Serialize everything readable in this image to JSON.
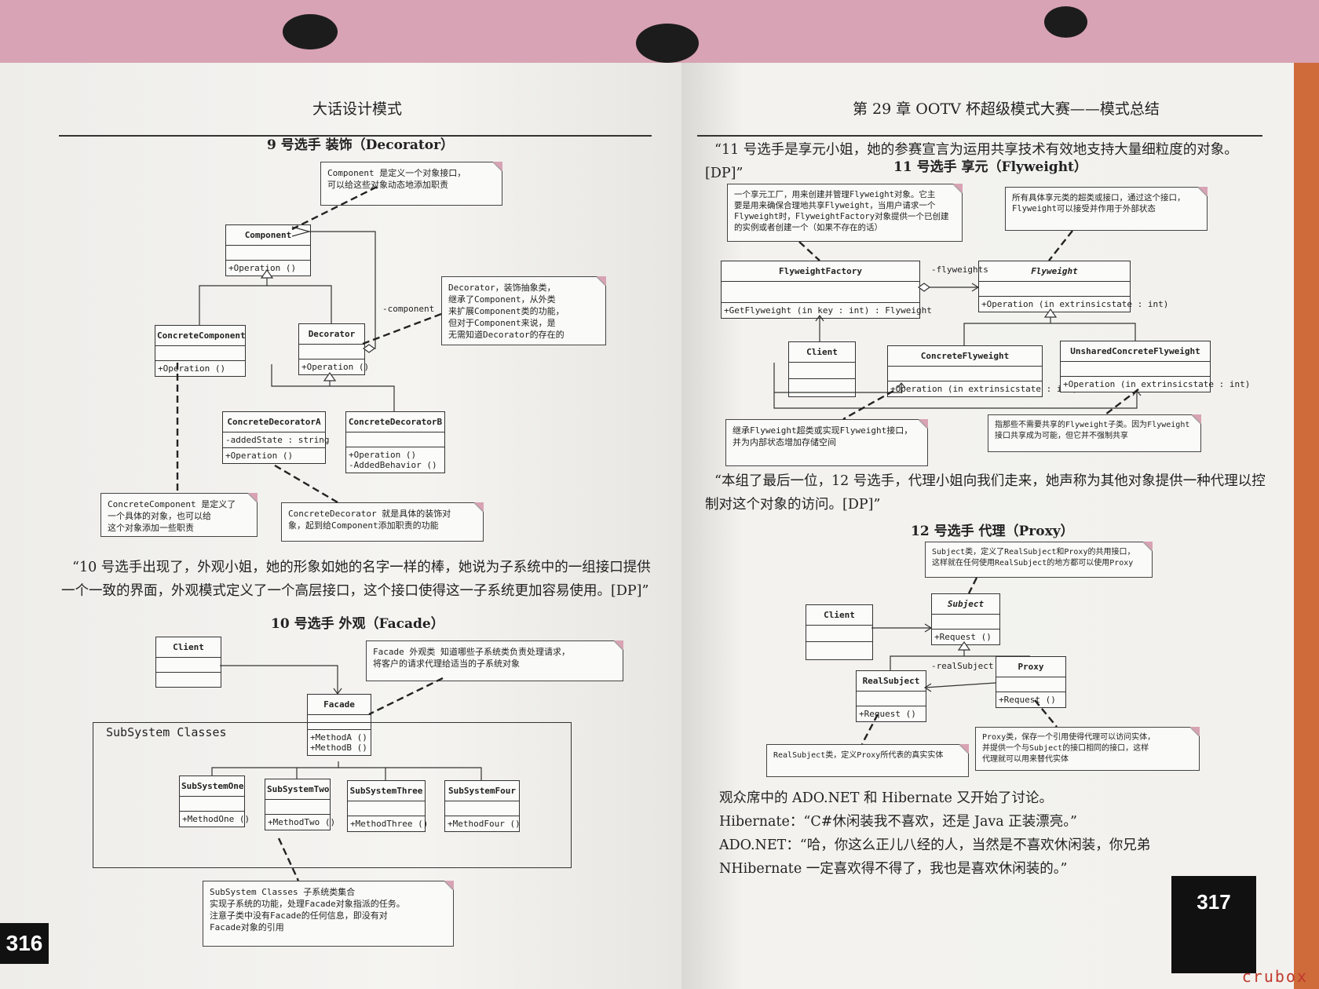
{
  "left": {
    "running_head": "大话设计模式",
    "page_number": "316",
    "decorator": {
      "title": "9 号选手 装饰（Decorator）",
      "component": {
        "name": "Component",
        "ops": [
          "+Operation ()"
        ]
      },
      "concrete_component": {
        "name": "ConcreteComponent",
        "ops": [
          "+Operation ()"
        ]
      },
      "decorator": {
        "name": "Decorator",
        "ops": [
          "+Operation ()"
        ]
      },
      "decorator_a": {
        "name": "ConcreteDecoratorA",
        "attrs": [
          "-addedState  : string"
        ],
        "ops": [
          "+Operation ()"
        ]
      },
      "decorator_b": {
        "name": "ConcreteDecoratorB",
        "ops": [
          "+Operation ()",
          "-AddedBehavior ()"
        ]
      },
      "assoc_component": "-component",
      "note_component": [
        "Component 是定义一个对象接口，",
        "可以给这些对象动态地添加职责"
      ],
      "note_decorator": [
        "Decorator，装饰抽象类，",
        "继承了Component，从外类",
        "来扩展Component类的功能，",
        "但对于Component来说，是",
        "无需知道Decorator的存在的"
      ],
      "note_concrete_component": [
        "ConcreteComponent 是定义了",
        "一个具体的对象，也可以给",
        "这个对象添加一些职责"
      ],
      "note_concrete_decorator": [
        "ConcreteDecorator 就是具体的装饰对",
        "象，起到给Component添加职责的功能"
      ]
    },
    "facade_para": "“10 号选手出现了，外观小姐，她的形象如她的名字一样的棒，她说为子系统中的一组接口提供一个一致的界面，外观模式定义了一个高层接口，这个接口使得这一子系统更加容易使用。[DP]”",
    "facade": {
      "title": "10 号选手 外观（Facade）",
      "client": {
        "name": "Client"
      },
      "facade": {
        "name": "Facade",
        "ops": [
          "+MethodA ()",
          "+MethodB ()"
        ]
      },
      "package_label": "SubSystem Classes",
      "subs": [
        {
          "name": "SubSystemOne",
          "ops": [
            "+MethodOne ()"
          ]
        },
        {
          "name": "SubSystemTwo",
          "ops": [
            "+MethodTwo ()"
          ]
        },
        {
          "name": "SubSystemThree",
          "ops": [
            "+MethodThree ()"
          ]
        },
        {
          "name": "SubSystemFour",
          "ops": [
            "+MethodFour ()"
          ]
        }
      ],
      "note_facade": [
        "Facade 外观类 知道哪些子系统类负责处理请求，",
        "将客户的请求代理给适当的子系统对象"
      ],
      "note_subsystem": [
        "SubSystem Classes 子系统类集合",
        "实现子系统的功能，处理Facade对象指派的任务。",
        "注意子类中没有Facade的任何信息，即没有对",
        "Facade对象的引用"
      ]
    }
  },
  "right": {
    "running_head": "第 29 章   OOTV 杯超级模式大赛——模式总结",
    "page_number": "317",
    "flyweight_para": "“11 号选手是享元小姐，她的参赛宣言为运用共享技术有效地支持大量细粒度的对象。[DP]”",
    "flyweight": {
      "title": "11 号选手 享元（Flyweight）",
      "factory": {
        "name": "FlyweightFactory",
        "ops": [
          "+GetFlyweight (in key  : int) : Flyweight"
        ]
      },
      "flyweight": {
        "name": "Flyweight",
        "ops": [
          "+Operation (in extrinsicstate  : int)"
        ]
      },
      "client": {
        "name": "Client"
      },
      "concrete": {
        "name": "ConcreteFlyweight",
        "ops": [
          "+Operation (in extrinsicstate  : int)"
        ]
      },
      "unshared": {
        "name": "UnsharedConcreteFlyweight",
        "ops": [
          "+Operation (in extrinsicstate  : int)"
        ]
      },
      "assoc_flyweights": "-flyweights",
      "note_factory": [
        "一个享元工厂，用来创建并管理Flyweight对象。它主",
        "要是用来确保合理地共享Flyweight，当用户请求一个",
        "Flyweight时，FlyweightFactory对象提供一个已创建",
        "的实例或者创建一个（如果不存在的话）"
      ],
      "note_flyweight": [
        "所有具体享元类的超类或接口，通过这个接口，",
        "Flyweight可以接受并作用于外部状态"
      ],
      "note_concrete": [
        "继承Flyweight超类或实现Flyweight接口，",
        "并为内部状态增加存储空间"
      ],
      "note_unshared": [
        "指那些不需要共享的Flyweight子类。因为Flyweight",
        "接口共享成为可能，但它并不强制共享"
      ]
    },
    "proxy_para": "“本组了最后一位，12 号选手，代理小姐向我们走来，她声称为其他对象提供一种代理以控制对这个对象的访问。[DP]”",
    "proxy": {
      "title": "12 号选手 代理（Proxy）",
      "client": {
        "name": "Client"
      },
      "subject": {
        "name": "Subject",
        "ops": [
          "+Request ()"
        ]
      },
      "real": {
        "name": "RealSubject",
        "ops": [
          "+Request ()"
        ]
      },
      "proxy": {
        "name": "Proxy",
        "ops": [
          "+Request ()"
        ]
      },
      "assoc_real": "-realSubject",
      "note_subject": [
        "Subject类，定义了RealSubject和Proxy的共用接口，",
        "这样就在任何使用RealSubject的地方都可以使用Proxy"
      ],
      "note_real": [
        "RealSubject类，定义Proxy所代表的真实实体"
      ],
      "note_proxy": [
        "Proxy类，保存一个引用使得代理可以访问实体，",
        "并提供一个与Subject的接口相同的接口，这样",
        "代理就可以用来替代实体"
      ]
    },
    "closing": [
      "ADO.NET 和 Hibernate 又开始了讨论。",
      "观众席中的 ADO.NET 和 Hibernate 又开始了讨论。"
    ],
    "dialog1": "观众席中的 ADO.NET 和 Hibernate 又开始了讨论。",
    "dialog2": "Hibernate：“C#休闲装我不喜欢，还是 Java 正装漂亮。”",
    "dialog3": "ADO.NET：“哈，你这么正儿八经的人，当然是不喜欢休闲装，你兄弟 NHibernate 一定喜欢得不得了，我也是喜欢休闲装的。”"
  },
  "watermark": "crubox"
}
